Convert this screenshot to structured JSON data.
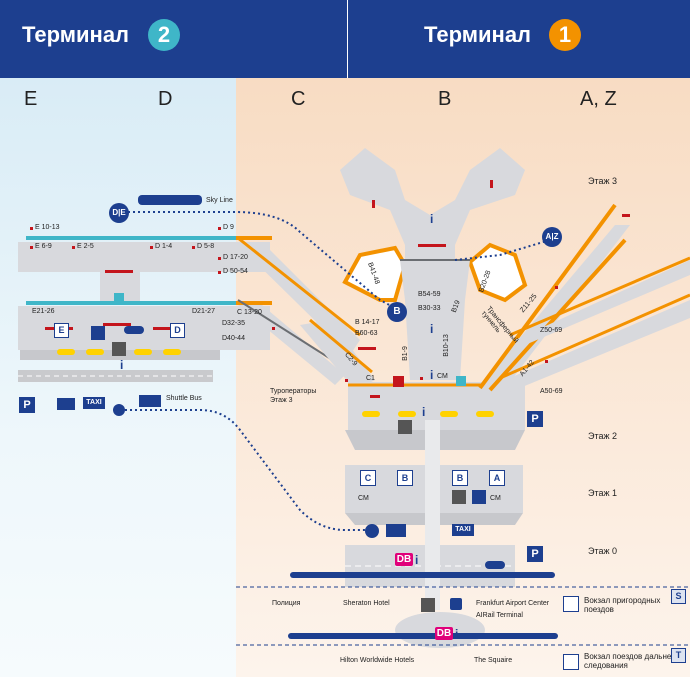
{
  "header": {
    "terminal2": {
      "title": "Терминал",
      "number": "2",
      "badge_color": "#3fb6c8"
    },
    "terminal1": {
      "title": "Терминал",
      "number": "1",
      "badge_color": "#f39200"
    }
  },
  "piers": {
    "e": "E",
    "d": "D",
    "c": "C",
    "b": "B",
    "az": "A, Z"
  },
  "floors": {
    "f3": "Этаж 3",
    "f2": "Этаж 2",
    "f1": "Этаж 1",
    "f0": "Этаж 0"
  },
  "gates": {
    "e10_13": "E 10-13",
    "e6_9": "E 6-9",
    "e2_5": "E 2-5",
    "d1_4": "D 1-4",
    "d5_8": "D 5-8",
    "d9": "D 9",
    "d17_20": "D 17-20",
    "d50_54": "D 50-54",
    "e21_26": "E21-26",
    "d21_27": "D21-27",
    "d32_35": "D32-35",
    "d40_44": "D40-44",
    "c13_20": "C 13-20",
    "b41_48": "B41-48",
    "b54_59": "B54-59",
    "b30_33": "B30-33",
    "b19": "B19",
    "b20_28": "B20-28",
    "b14_17": "B 14-17",
    "b60_63": "B60-63",
    "b1_9": "B1-9",
    "b10_13": "B10-13",
    "c2_9": "C2-9",
    "c1": "C1",
    "z11_25": "Z11-25",
    "z50_69": "Z50-69",
    "a1_42": "A1-42",
    "a50_69": "A50-69"
  },
  "labels": {
    "skyline": "Sky Line",
    "shuttle_bus": "Shuttle Bus",
    "transfer_tunnel": "Трансферный туннель",
    "tour_operators": "Туроператоры",
    "tour_floor": "Этаж 3",
    "cm": "CM",
    "police": "Полиция",
    "sheraton": "Sheraton Hotel",
    "airport_center": "Frankfurt Airport Center",
    "airrail": "AIRail Terminal",
    "hilton": "Hilton Worldwide Hotels",
    "squaire": "The Squaire",
    "regional_station": "Вокзал пригородных поездов",
    "longdistance_station": "Вокзал поездов дальнего следования"
  },
  "signs": {
    "de": "D|E",
    "az": "A|Z",
    "b": "B",
    "p": "P",
    "taxi": "TAXI",
    "db": "DB",
    "info": "i",
    "s": "S",
    "t": "T",
    "e": "E",
    "d": "D",
    "c": "C",
    "a": "A"
  },
  "icons": [
    "train-icon",
    "bus-icon",
    "taxi-icon",
    "parking-icon",
    "info-icon",
    "first-aid-icon",
    "elevator-icon",
    "stairs-icon",
    "luggage-icon",
    "key-icon"
  ],
  "colors": {
    "brand_blue": "#1d3f8f",
    "orange": "#f39200",
    "teal": "#3fb6c8",
    "gate_red": "#c4151c",
    "building_grey": "#d8d9dd"
  }
}
